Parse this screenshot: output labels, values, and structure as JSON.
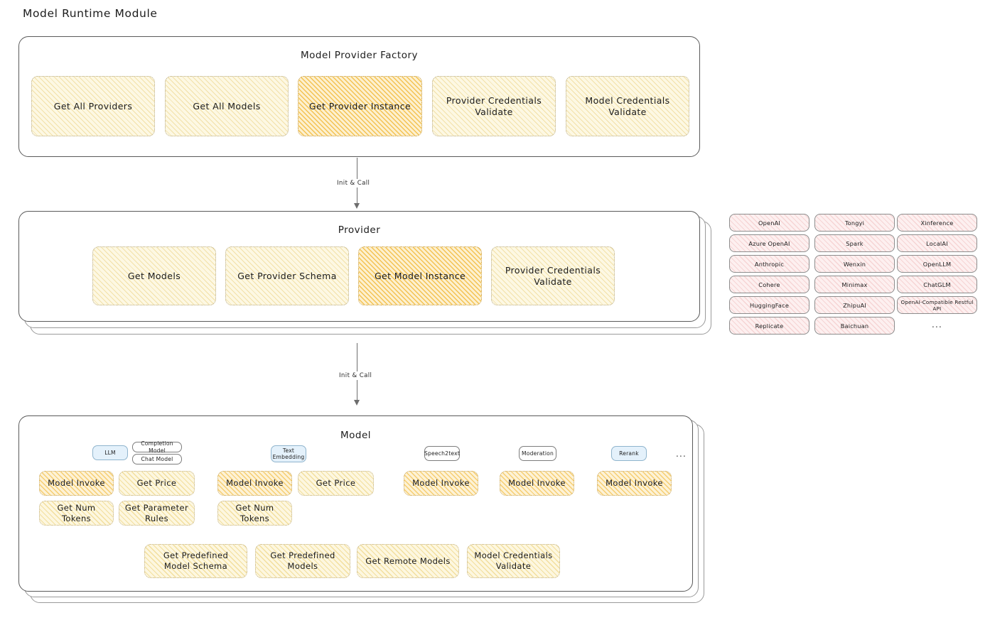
{
  "title": "Model Runtime Module",
  "sections": {
    "factory": {
      "title": "Model Provider Factory",
      "nodes": [
        {
          "label": "Get All Providers",
          "style": "light"
        },
        {
          "label": "Get All Models",
          "style": "light"
        },
        {
          "label": "Get Provider Instance",
          "style": "strong"
        },
        {
          "label": "Provider Credentials Validate",
          "style": "light"
        },
        {
          "label": "Model Credentials Validate",
          "style": "light"
        }
      ]
    },
    "provider": {
      "title": "Provider",
      "nodes": [
        {
          "label": "Get Models",
          "style": "light"
        },
        {
          "label": "Get Provider Schema",
          "style": "light"
        },
        {
          "label": "Get Model Instance",
          "style": "strong"
        },
        {
          "label": "Provider Credentials Validate",
          "style": "light"
        }
      ]
    },
    "model": {
      "title": "Model",
      "groups": [
        {
          "tag": "LLM",
          "tag_style": "blue",
          "subtags": [
            "Completion Model",
            "Chat Model"
          ],
          "ops": [
            "Model Invoke",
            "Get Price",
            "Get Num Tokens",
            "Get Parameter Rules"
          ]
        },
        {
          "tag": "Text Embedding",
          "tag_style": "blue",
          "subtags": [],
          "ops": [
            "Model Invoke",
            "Get Price",
            "Get Num Tokens"
          ]
        },
        {
          "tag": "Speech2text",
          "tag_style": "plain",
          "subtags": [],
          "ops": [
            "Model Invoke"
          ]
        },
        {
          "tag": "Moderation",
          "tag_style": "plain",
          "subtags": [],
          "ops": [
            "Model Invoke"
          ]
        },
        {
          "tag": "Rerank",
          "tag_style": "blue",
          "subtags": [],
          "ops": [
            "Model Invoke"
          ]
        }
      ],
      "more_marker": "...",
      "shared_ops": [
        "Get Predefined Model Schema",
        "Get Predefined Models",
        "Get Remote Models",
        "Model Credentials Validate"
      ]
    }
  },
  "arrows": [
    {
      "label": "Init & Call"
    },
    {
      "label": "Init & Call"
    }
  ],
  "provider_list": {
    "columns": [
      [
        "OpenAI",
        "Azure OpenAI",
        "Anthropic",
        "Cohere",
        "HuggingFace",
        "Replicate"
      ],
      [
        "Tongyi",
        "Spark",
        "Wenxin",
        "Minimax",
        "ZhipuAI",
        "Baichuan"
      ],
      [
        "Xinference",
        "LocalAI",
        "OpenLLM",
        "ChatGLM",
        "OpenAI-Compatible Restful API"
      ]
    ],
    "more_marker": "..."
  },
  "colors": {
    "accent_strong": "#f1ba3c",
    "accent_light": "#fdf8e3",
    "provider_chip": "#fdf0f0",
    "tag_blue": "#e4f1fb",
    "stroke": "#5a5a5a"
  }
}
